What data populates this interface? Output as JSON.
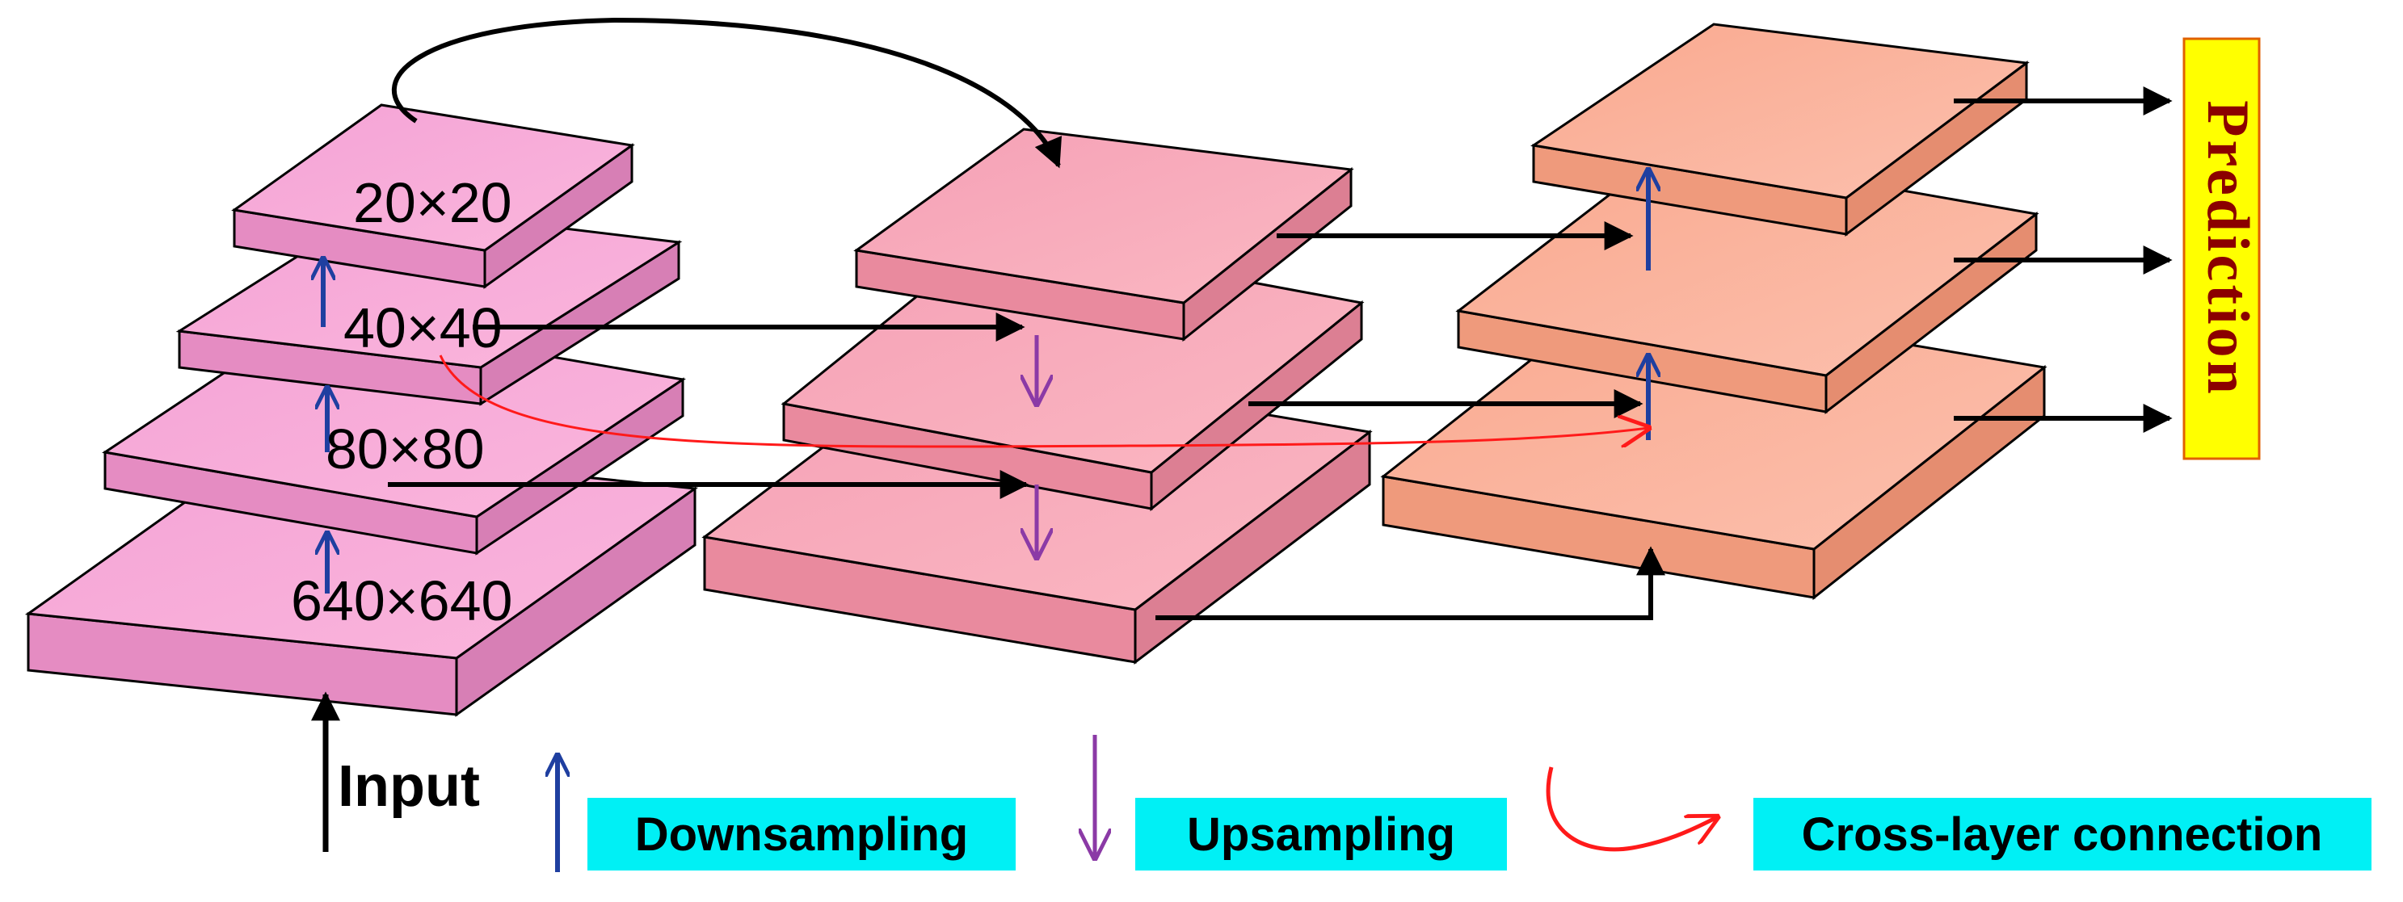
{
  "backbone": {
    "sizes": [
      "20×20",
      "40×40",
      "80×80",
      "640×640"
    ]
  },
  "input_label": "Input",
  "prediction_label": "Prediction",
  "legend": {
    "downsampling": "Downsampling",
    "upsampling": "Upsampling",
    "cross_layer": "Cross-layer connection"
  },
  "colors": {
    "backbone_fill": "#f7a7d3",
    "neck_fill": "#f7a5b4",
    "head_fill": "#fbb29a",
    "downsampling_arrow": "#1f3fa0",
    "upsampling_arrow": "#8b3aa6",
    "cross_layer_arrow": "#ff1a1a",
    "legend_box": "#00f0f5",
    "prediction_box": "#ffff00",
    "prediction_text": "#8b0000"
  },
  "icons": [
    "up-arrow-icon",
    "down-arrow-icon",
    "curved-red-arrow-icon"
  ]
}
